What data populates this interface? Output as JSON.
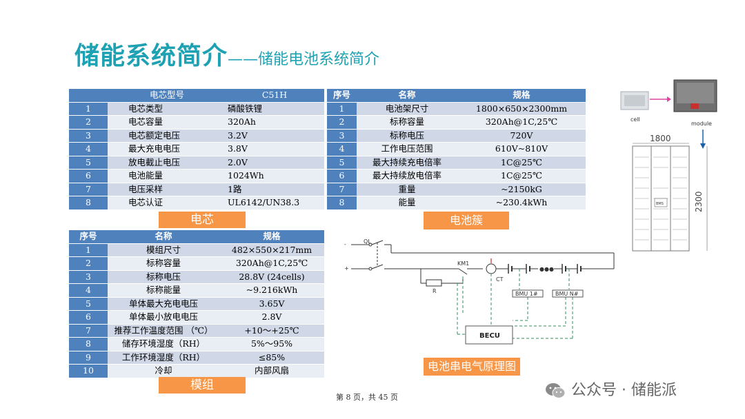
{
  "title": {
    "main": "储能系统简介",
    "sub": "——储能电池系统简介"
  },
  "cell_table": {
    "header": {
      "idx": "",
      "name": "电芯型号",
      "value": "C51H"
    },
    "rows": [
      {
        "idx": "1",
        "name": "电芯类型",
        "value": "磷酸铁锂"
      },
      {
        "idx": "2",
        "name": "电芯容量",
        "value": "320Ah"
      },
      {
        "idx": "3",
        "name": "电芯额定电压",
        "value": "3.2V"
      },
      {
        "idx": "4",
        "name": "最大充电电压",
        "value": "3.8V"
      },
      {
        "idx": "5",
        "name": "放电截止电压",
        "value": "2.0V"
      },
      {
        "idx": "6",
        "name": "电池能量",
        "value": "1024Wh"
      },
      {
        "idx": "7",
        "name": "电压采样",
        "value": "1路"
      },
      {
        "idx": "8",
        "name": "电芯认证",
        "value": "UL6142/UN38.3"
      }
    ],
    "caption": "电芯"
  },
  "cluster_table": {
    "header": {
      "idx": "序号",
      "name": "名称",
      "value": "规格"
    },
    "rows": [
      {
        "idx": "1",
        "name": "电池架尺寸",
        "value": "1800×650×2300mm"
      },
      {
        "idx": "2",
        "name": "标称容量",
        "value": "320Ah@1C,25℃"
      },
      {
        "idx": "3",
        "name": "标称电压",
        "value": "720V"
      },
      {
        "idx": "4",
        "name": "工作电压范围",
        "value": "610V~810V"
      },
      {
        "idx": "5",
        "name": "最大持续充电倍率",
        "value": "1C@25℃"
      },
      {
        "idx": "6",
        "name": "最大持续放电倍率",
        "value": "1C@25℃"
      },
      {
        "idx": "7",
        "name": "重量",
        "value": "~2150kG"
      },
      {
        "idx": "8",
        "name": "能量",
        "value": "~230.4kWh"
      }
    ],
    "caption": "电池簇"
  },
  "module_table": {
    "header": {
      "idx": "序号",
      "name": "名称",
      "value": "规格"
    },
    "rows": [
      {
        "idx": "1",
        "name": "模组尺寸",
        "value": "482×550×217mm"
      },
      {
        "idx": "2",
        "name": "标称容量",
        "value": "320Ah@1C,25℃"
      },
      {
        "idx": "3",
        "name": "标称电压",
        "value": "28.8V (24cells)"
      },
      {
        "idx": "4",
        "name": "标称能量",
        "value": "~9.216kWh"
      },
      {
        "idx": "5",
        "name": "单体最大充电电压",
        "value": "3.65V"
      },
      {
        "idx": "6",
        "name": "单体最小放电电压",
        "value": "2.8V"
      },
      {
        "idx": "7",
        "name": "推荐工作温度范围 （℃）",
        "value": "+10～+25℃"
      },
      {
        "idx": "8",
        "name": "储存环境湿度（RH）",
        "value": "5%～95%"
      },
      {
        "idx": "9",
        "name": "工作环境湿度（RH）",
        "value": "≤85%"
      },
      {
        "idx": "10",
        "name": "冷却",
        "value": "内部风扇"
      }
    ],
    "caption": "模组"
  },
  "circuit": {
    "caption": "电池串电气原理图",
    "labels": {
      "ql": "QL",
      "km1": "KM1",
      "r": "R",
      "ct": "CT",
      "bmu1": "BMU 1#",
      "bmun": "BMU N#",
      "becu": "BECU",
      "dots": "●●●",
      "minus": "-",
      "plus": "+"
    }
  },
  "rack_figure": {
    "cell_label": "cell",
    "module_label": "module",
    "width_label": "1800",
    "height_label": "2300",
    "bms_label": "BMS"
  },
  "footer": "第 8 页，共 45 页",
  "watermark": "公众号 · 储能派"
}
